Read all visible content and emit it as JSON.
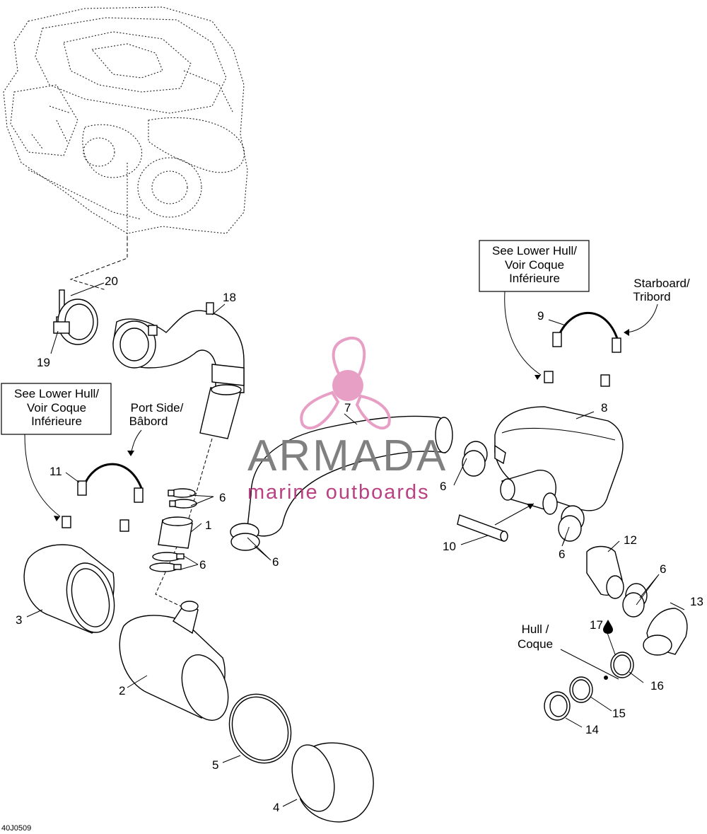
{
  "diagram_code": "40J0509",
  "callouts": {
    "c1": "1",
    "c2": "2",
    "c3": "3",
    "c4": "4",
    "c5": "5",
    "c6a": "6",
    "c6b": "6",
    "c6c": "6",
    "c6d": "6",
    "c6e": "6",
    "c6f": "6",
    "c7": "7",
    "c8": "8",
    "c9": "9",
    "c10": "10",
    "c11": "11",
    "c12": "12",
    "c13": "13",
    "c14": "14",
    "c15": "15",
    "c16": "16",
    "c17": "17",
    "c18": "18",
    "c19": "19",
    "c20": "20"
  },
  "notes": {
    "see_lower_hull_left": [
      "See Lower Hull/",
      "Voir Coque",
      "Inférieure"
    ],
    "see_lower_hull_right": [
      "See Lower Hull/",
      "Voir Coque",
      "Inférieure"
    ],
    "port_side": [
      "Port Side/",
      "Bâbord"
    ],
    "starboard": [
      "Starboard/",
      "Tribord"
    ],
    "hull": [
      "Hull /",
      "Coque"
    ]
  },
  "watermark": {
    "title": "ARMADA",
    "subtitle": "marine outboards",
    "logo_icon": "propeller-logo-icon",
    "brand_color": "#e79ac2",
    "text_color": "#7a7a7a",
    "accent_color": "#b6377c"
  },
  "icons": {
    "drop_icon": "sealant-drop-icon"
  }
}
